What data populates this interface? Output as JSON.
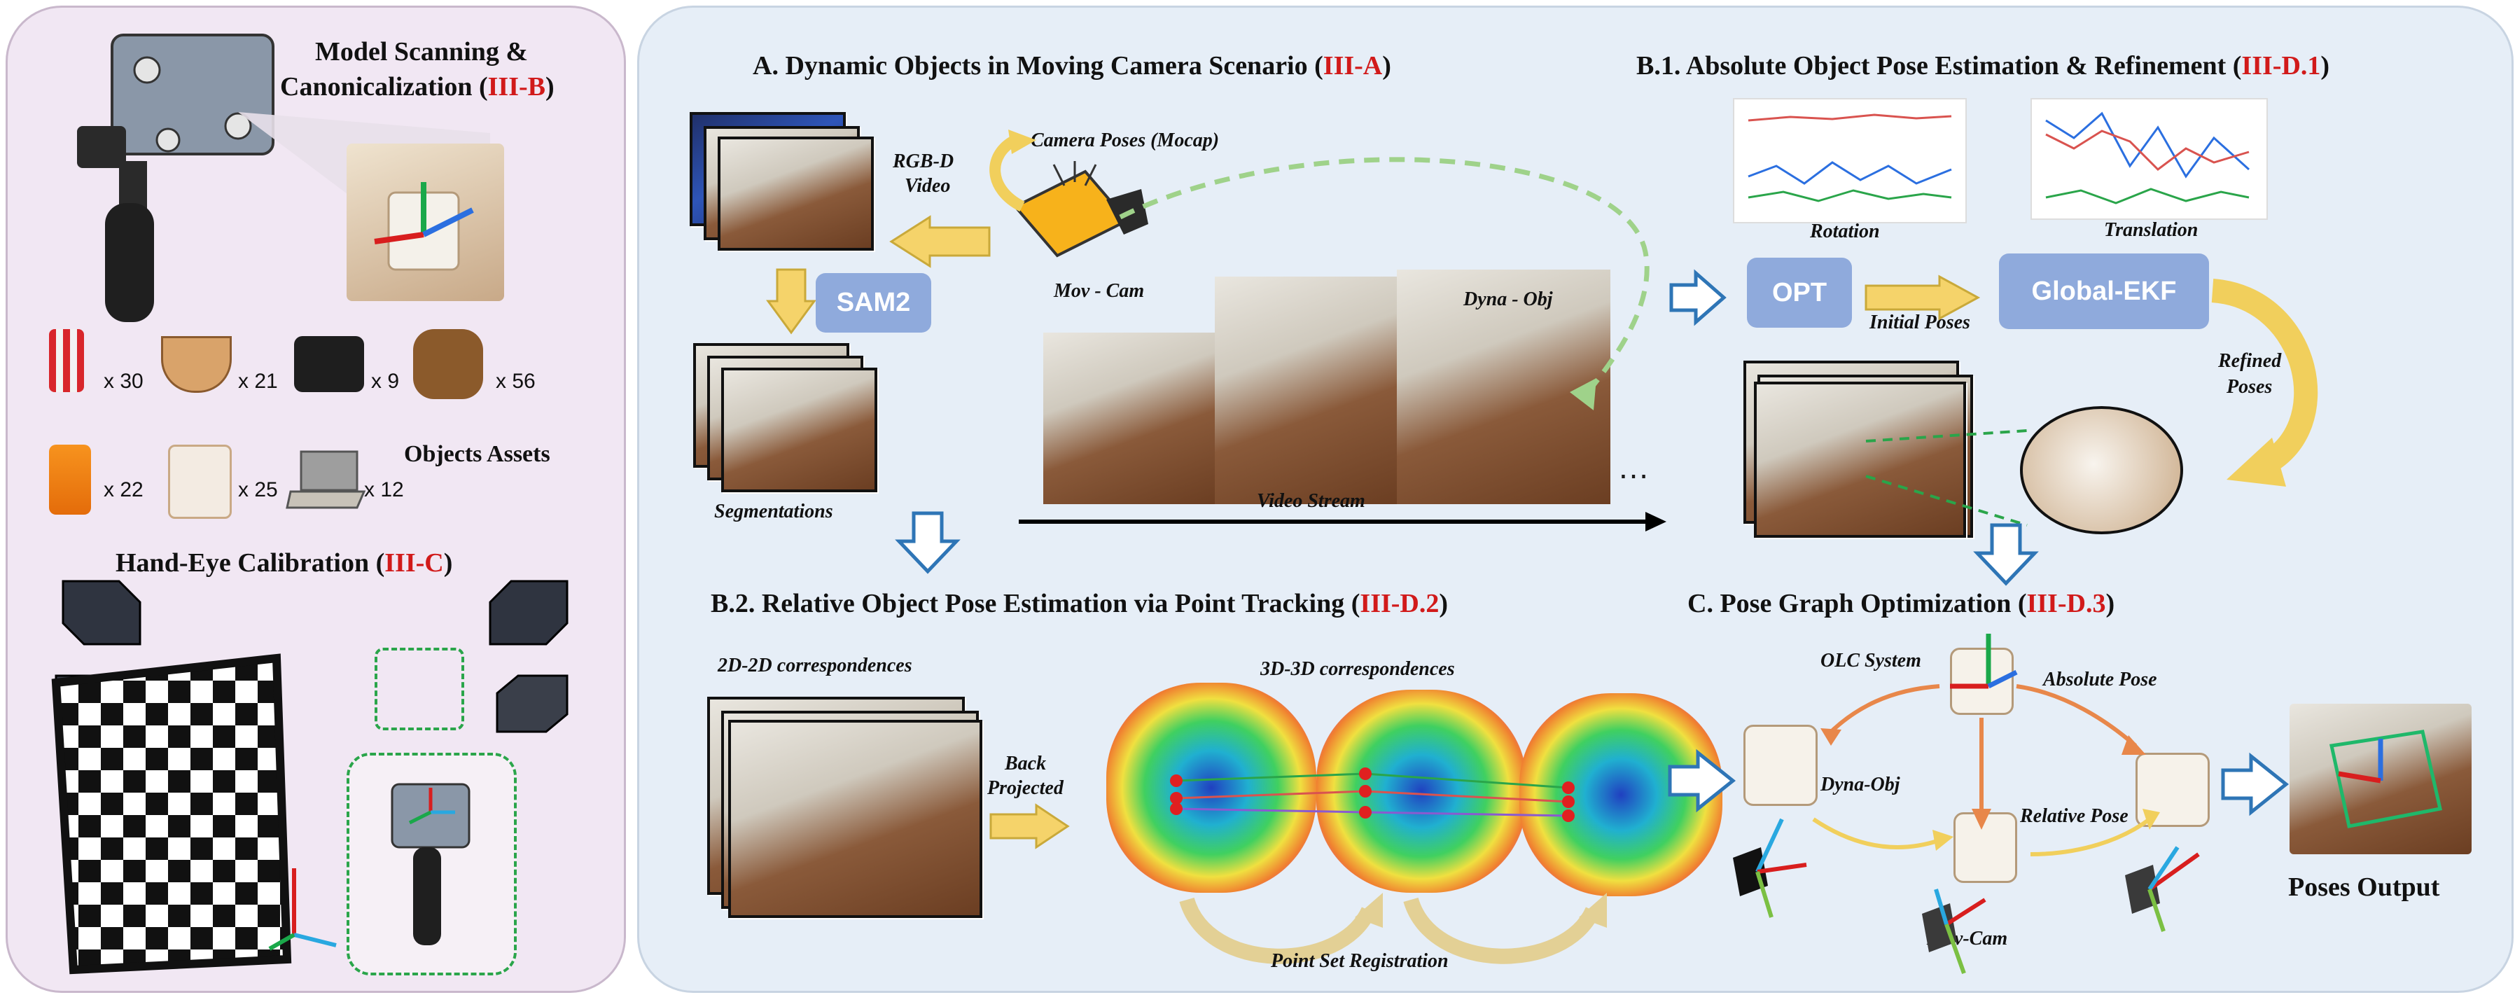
{
  "left_panel": {
    "model_title_line1": "Model Scanning &",
    "model_title_line2": "Canonicalization (",
    "model_ref": "III-B",
    "model_close": ")",
    "asset_counts": [
      "x 30",
      "x 21",
      "x 9",
      "x 56",
      "x 22",
      "x 25",
      "x 12"
    ],
    "assets_title": "Objects Assets",
    "hand_eye_title": "Hand-Eye Calibration (",
    "hand_eye_ref": "III-C",
    "hand_eye_close": ")"
  },
  "section_a": {
    "title": "A. Dynamic Objects in Moving Camera Scenario (",
    "ref": "III-A",
    "close": ")",
    "rgbd_line1": "RGB-D",
    "rgbd_line2": "Video",
    "camera_poses": "Camera Poses (Mocap)",
    "mov_cam": "Mov - Cam",
    "dyna_obj": "Dyna - Obj",
    "sam2": "SAM2",
    "segmentations": "Segmentations",
    "video_stream": "Video Stream",
    "ellipsis": "…"
  },
  "section_b1": {
    "title": "B.1. Absolute Object Pose Estimation & Refinement (",
    "ref": "III-D.1",
    "close": ")",
    "rotation": "Rotation",
    "translation": "Translation",
    "opt": "OPT",
    "initial_poses": "Initial Poses",
    "global_ekf": "Global-EKF",
    "refined_line1": "Refined",
    "refined_line2": "Poses"
  },
  "section_b2": {
    "title": "B.2. Relative Object Pose Estimation via Point Tracking (",
    "ref": "III-D.2",
    "close": ")",
    "corr_2d": "2D-2D correspondences",
    "corr_3d": "3D-3D correspondences",
    "back_line1": "Back",
    "back_line2": "Projected",
    "point_set_registration": "Point Set Registration"
  },
  "section_c": {
    "title": "C. Pose Graph Optimization (",
    "ref": "III-D.3",
    "close": ")",
    "olc_system": "OLC System",
    "absolute_pose": "Absolute Pose",
    "dyna_obj": "Dyna-Obj",
    "relative_pose": "Relative Pose",
    "mov_cam": "Mov-Cam",
    "poses_output": "Poses Output"
  },
  "colors": {
    "ref_red": "#d11a1a",
    "box_blue": "#8faadc",
    "arrow_yellow": "#f5d36a",
    "arrow_blue": "#2e75b6",
    "dashed_green": "#9fd28a"
  }
}
